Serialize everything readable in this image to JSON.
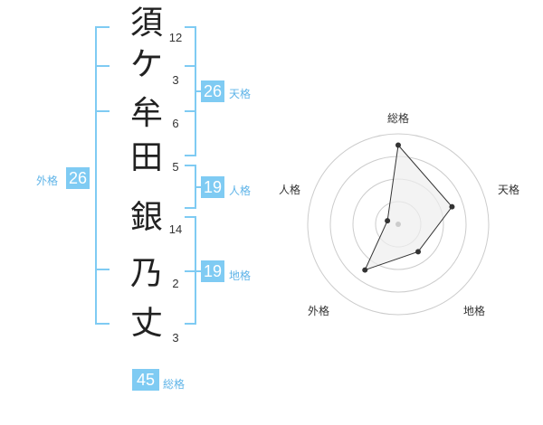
{
  "name_chars": [
    {
      "char": "須",
      "strokes": "12"
    },
    {
      "char": "ケ",
      "strokes": "3"
    },
    {
      "char": "牟",
      "strokes": "6"
    },
    {
      "char": "田",
      "strokes": "5"
    },
    {
      "char": "銀",
      "strokes": "14"
    },
    {
      "char": "乃",
      "strokes": "2"
    },
    {
      "char": "丈",
      "strokes": "3"
    }
  ],
  "fortunes": {
    "tenkaku": {
      "label": "天格",
      "value": "26"
    },
    "jinkaku": {
      "label": "人格",
      "value": "19"
    },
    "chikaku": {
      "label": "地格",
      "value": "19"
    },
    "gaikaku": {
      "label": "外格",
      "value": "26"
    },
    "soukaku": {
      "label": "総格",
      "value": "45"
    }
  },
  "radar": {
    "axes": [
      "総格",
      "天格",
      "地格",
      "外格",
      "人格"
    ],
    "levels": 4,
    "values": [
      3,
      2,
      1,
      2,
      0
    ],
    "colors": {
      "line": "#333333",
      "fill": "#eeeeee",
      "grid": "#cccccc",
      "bracket": "#7fcbf3"
    }
  }
}
